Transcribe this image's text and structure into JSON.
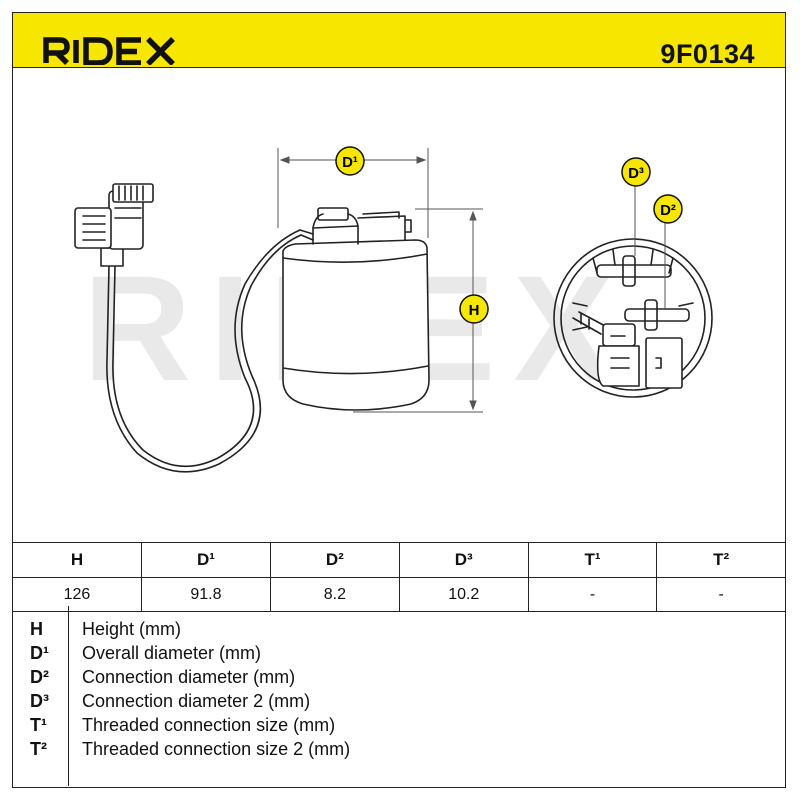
{
  "brand": {
    "name": "RIDEX",
    "color": "#f6e600"
  },
  "part_number": "9F0134",
  "watermark": "RIDEX",
  "dimension_labels": {
    "d1": "D¹",
    "d2": "D²",
    "d3": "D³",
    "h": "H"
  },
  "table": {
    "headers": [
      "H",
      "D¹",
      "D²",
      "D³",
      "T¹",
      "T²"
    ],
    "values": [
      "126",
      "91.8",
      "8.2",
      "10.2",
      "-",
      "-"
    ]
  },
  "legend": [
    {
      "symbol": "H",
      "description": "Height (mm)"
    },
    {
      "symbol": "D¹",
      "description": "Overall diameter (mm)"
    },
    {
      "symbol": "D²",
      "description": "Connection diameter (mm)"
    },
    {
      "symbol": "D³",
      "description": "Connection diameter 2 (mm)"
    },
    {
      "symbol": "T¹",
      "description": "Threaded connection size (mm)"
    },
    {
      "symbol": "T²",
      "description": "Threaded connection size 2 (mm)"
    }
  ]
}
